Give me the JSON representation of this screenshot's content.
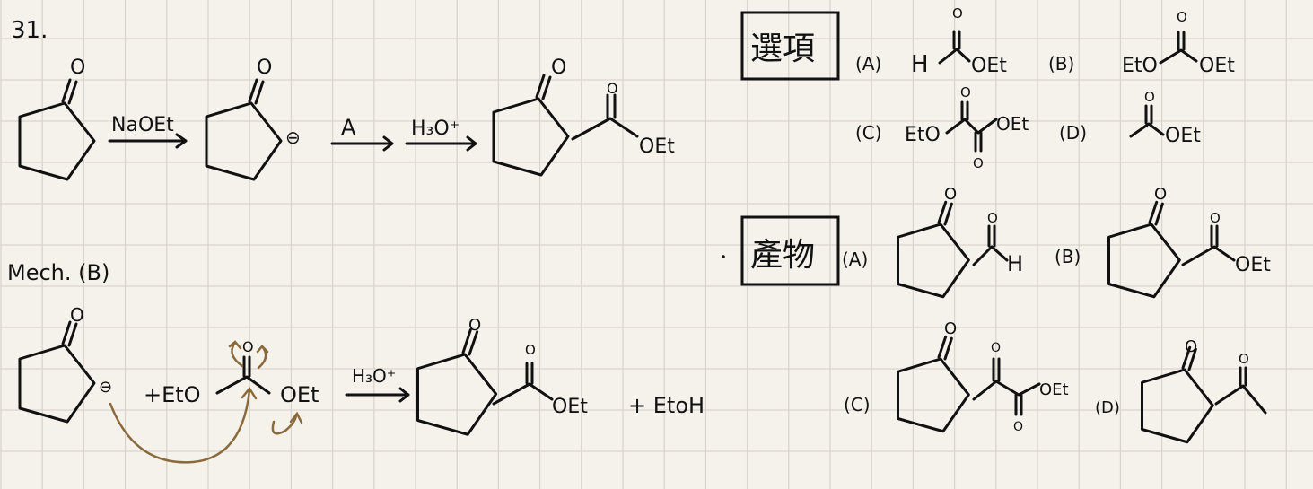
{
  "problem_number": "31.",
  "colors": {
    "paper": "#f5f2ec",
    "grid": "#d9d5cd",
    "ink": "#111111",
    "mechanism_arrow": "#8a6a3c"
  },
  "reaction": {
    "ketone_O": "O",
    "reagent1": "NaOEt",
    "enolate_charge": "⊖",
    "reagent2": "A",
    "reagent3": "H₃O⁺",
    "product_O": "O",
    "product_ester_O": "O",
    "product_OEt": "OEt"
  },
  "options": {
    "title": "選項",
    "items": [
      {
        "label": "(A)",
        "left": "H",
        "right": "OEt"
      },
      {
        "label": "(B)",
        "left": "EtO",
        "right": "OEt"
      },
      {
        "label": "(C)",
        "left": "EtO",
        "right": "OEt"
      },
      {
        "label": "(D)",
        "left": "",
        "right": "OEt"
      }
    ],
    "carbonyl_O": "O"
  },
  "products": {
    "title": "產物",
    "items": [
      {
        "label": "(A)",
        "group": "H"
      },
      {
        "label": "(B)",
        "group": "OEt"
      },
      {
        "label": "(C)",
        "group": "OEt"
      },
      {
        "label": "(D)",
        "group": ""
      }
    ],
    "O": "O"
  },
  "mechanism": {
    "title": "Mech. (B)",
    "charge": "⊖",
    "reagent": "+EtO",
    "leaving": "OEt",
    "O": "O",
    "acid": "H₃O⁺",
    "product_OEt": "OEt",
    "byproduct": "+ EtoH"
  }
}
